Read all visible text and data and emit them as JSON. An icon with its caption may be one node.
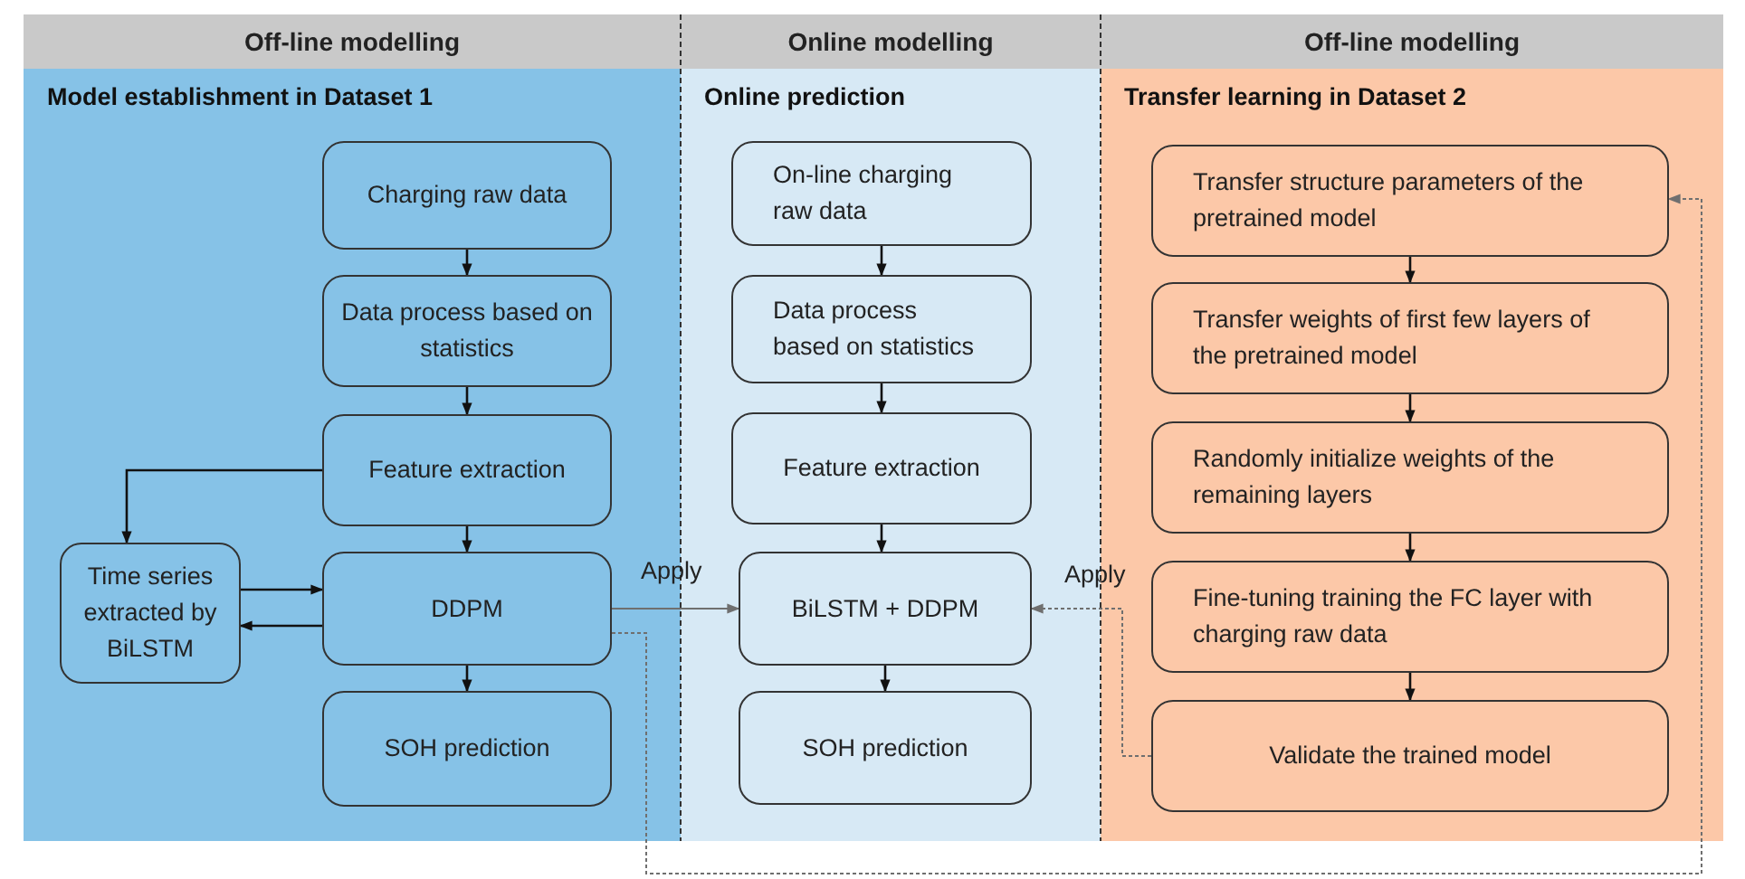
{
  "diagram": {
    "nodes": [
      {
        "text": [
          "Off-line modelling"
        ]
      },
      {
        "text": [
          "Online modelling"
        ]
      },
      {
        "text": [
          "Off-line modelling"
        ]
      },
      {
        "text": [
          "Model establishment in Dataset 1"
        ]
      },
      {
        "text": [
          "Charging raw data"
        ],
        "in": 3
      },
      {
        "text": [
          "Data process based on statistics"
        ],
        "in": 3
      },
      {
        "text": [
          "Feature extraction"
        ],
        "in": 3
      },
      {
        "text": [
          "Time series extracted by BiLSTM"
        ],
        "in": 3
      },
      {
        "text": [
          "DDPM"
        ],
        "in": 3
      },
      {
        "text": [
          "SOH prediction"
        ],
        "in": 3
      },
      {
        "text": [
          "Online prediction"
        ]
      },
      {
        "text": [
          "On-line charging raw data"
        ],
        "in": 10
      },
      {
        "text": [
          "Data process based on statistics"
        ],
        "in": 10
      },
      {
        "text": [
          "Feature extraction"
        ],
        "in": 10
      },
      {
        "text": [
          "BiLSTM + DDPM"
        ],
        "in": 10
      },
      {
        "text": [
          "SOH prediction"
        ],
        "in": 10
      },
      {
        "text": [
          "Transfer learning in Dataset 2"
        ]
      },
      {
        "text": [
          "Transfer structure parameters of the pretrained model"
        ],
        "in": 16
      },
      {
        "text": [
          "Transfer weights of first few layers of the pretrained model"
        ],
        "in": 16
      },
      {
        "text": [
          "Randomly initialize weights of the remaining layers"
        ],
        "in": 16
      },
      {
        "text": [
          "Fine-tuning training the FC layer with charging raw data"
        ],
        "in": 16
      },
      {
        "text": [
          "Validate the trained model"
        ],
        "in": 16
      }
    ],
    "edges": [
      {
        "from": 4,
        "to": 5,
        "arrow": "to"
      },
      {
        "from": 5,
        "to": 6,
        "arrow": "to"
      },
      {
        "from": 6,
        "to": 7,
        "arrow": "to"
      },
      {
        "from": 6,
        "to": 8,
        "arrow": "to"
      },
      {
        "from": 7,
        "to": 8,
        "arrow": "to"
      },
      {
        "from": 8,
        "to": 7,
        "arrow": "to"
      },
      {
        "from": 8,
        "to": 9,
        "arrow": "to"
      },
      {
        "from": 8,
        "to": 14,
        "arrow": "to",
        "label": "Apply",
        "color": "#6f6f6f"
      },
      {
        "from": 11,
        "to": 12,
        "arrow": "to"
      },
      {
        "from": 12,
        "to": 13,
        "arrow": "to"
      },
      {
        "from": 13,
        "to": 14,
        "arrow": "to"
      },
      {
        "from": 14,
        "to": 15,
        "arrow": "to"
      },
      {
        "from": 17,
        "to": 18,
        "arrow": "to"
      },
      {
        "from": 18,
        "to": 19,
        "arrow": "to"
      },
      {
        "from": 19,
        "to": 20,
        "arrow": "to"
      },
      {
        "from": 20,
        "to": 21,
        "arrow": "to"
      },
      {
        "from": 21,
        "to": 14,
        "arrow": "to",
        "label": "Apply",
        "style": "dashed",
        "color": "#6f6f6f"
      },
      {
        "from": 8,
        "to": 17,
        "arrow": "to",
        "style": "dashed",
        "color": "#6f6f6f"
      }
    ]
  }
}
